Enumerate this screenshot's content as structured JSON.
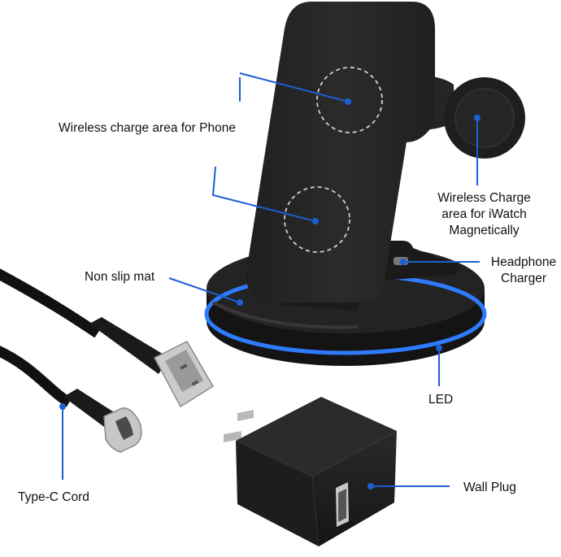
{
  "labels": {
    "phone_area": "Wireless charge area for Phone",
    "iwatch_area_line1": "Wireless Charge",
    "iwatch_area_line2": "area for iWatch",
    "iwatch_area_line3": "Magnetically",
    "headphone_line1": "Headphone",
    "headphone_line2": "Charger",
    "non_slip_mat": "Non slip mat",
    "led": "LED",
    "type_c_cord": "Type-C Cord",
    "wall_plug": "Wall Plug"
  },
  "colors": {
    "callout_line": "#1c5fd4",
    "led_ring": "#2f7bff",
    "product_body": "#262626",
    "charge_circle": "#d8d8d8"
  }
}
